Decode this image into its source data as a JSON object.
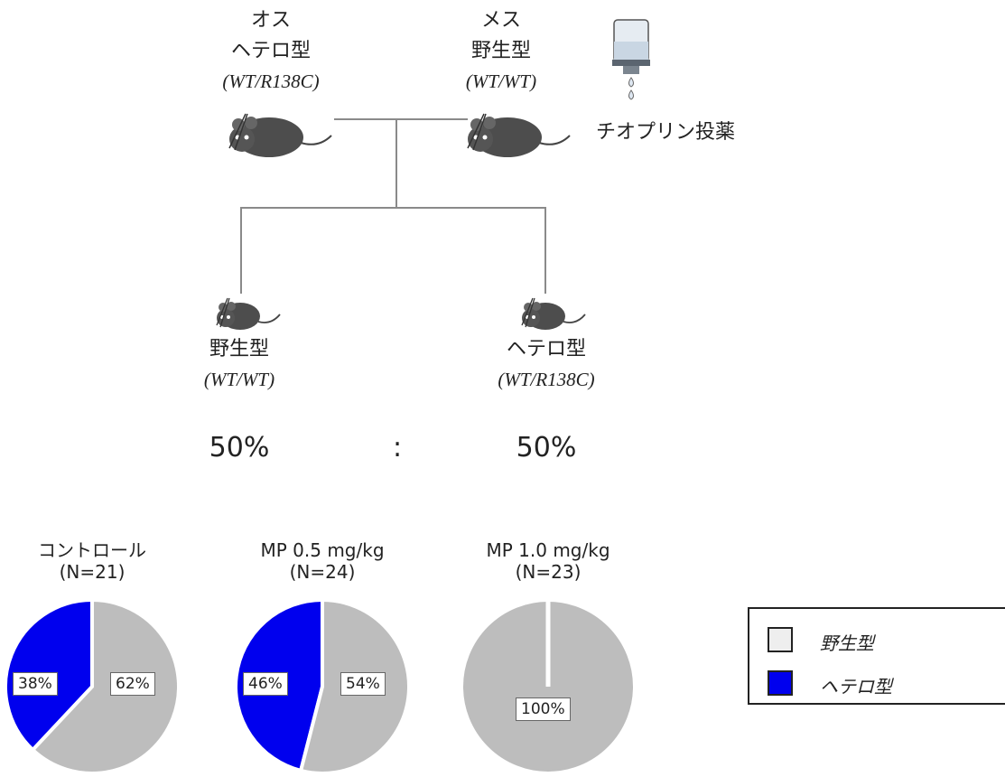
{
  "parents": {
    "male": {
      "sex": "オス",
      "type": "ヘテロ型",
      "genotype": "(WT/R138C)"
    },
    "female": {
      "sex": "メス",
      "type": "野生型",
      "genotype": "(WT/WT)"
    },
    "drug_label": "チオプリン投薬"
  },
  "offspring": {
    "left": {
      "type": "野生型",
      "genotype": "(WT/WT)",
      "ratio": "50%"
    },
    "right": {
      "type": "ヘテロ型",
      "genotype": "(WT/R138C)",
      "ratio": "50%"
    },
    "separator": ":"
  },
  "colors": {
    "wildtype": "#bdbdbd",
    "hetero": "#0000ee",
    "legend_wild": "#eeeeee"
  },
  "legend": {
    "wild_label": "野生型",
    "hetero_label": "ヘテロ型"
  },
  "chart_data": [
    {
      "type": "pie",
      "title": "コントロール",
      "subtitle": "(N=21)",
      "slices": [
        {
          "name": "ヘテロ型",
          "value": 38,
          "label": "38%"
        },
        {
          "name": "野生型",
          "value": 62,
          "label": "62%"
        }
      ]
    },
    {
      "type": "pie",
      "title": "MP 0.5 mg/kg",
      "subtitle": "(N=24)",
      "slices": [
        {
          "name": "ヘテロ型",
          "value": 46,
          "label": "46%"
        },
        {
          "name": "野生型",
          "value": 54,
          "label": "54%"
        }
      ]
    },
    {
      "type": "pie",
      "title": "MP 1.0 mg/kg",
      "subtitle": "(N=23)",
      "slices": [
        {
          "name": "ヘテロ型",
          "value": 0,
          "label": ""
        },
        {
          "name": "野生型",
          "value": 100,
          "label": "100%"
        }
      ]
    }
  ]
}
